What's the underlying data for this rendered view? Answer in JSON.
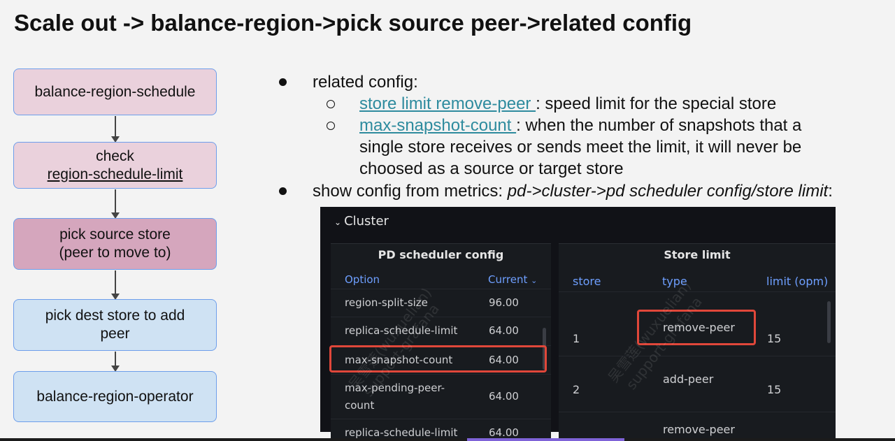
{
  "title": "Scale out -> balance-region->pick source peer->related config",
  "flow": {
    "box1": "balance-region-schedule",
    "box2_line1": "check",
    "box2_line2": "region-schedule-limit",
    "box3_line1": "pick source store",
    "box3_line2": "(peer to move to)",
    "box4_line1": "pick dest store to add",
    "box4_line2": "peer",
    "box5": "balance-region-operator"
  },
  "notes": {
    "related": "related config:",
    "sub1_link": "store limit remove-peer ",
    "sub1_text": ": speed limit for the special store",
    "sub2_link": "max-snapshot-count ",
    "sub2_text1": ": when the number of snapshots that a",
    "sub2_text2": "single store receives or sends meet the limit, it will never be",
    "sub2_text3": "choosed as a source or target store",
    "show_prefix": "show config from metrics: ",
    "show_path": "pd->cluster->pd scheduler config/store limit",
    "show_suffix": ":"
  },
  "dashboard": {
    "cluster": "Cluster",
    "cluster_chevron": "chevron-down",
    "panel1": {
      "title": "PD scheduler config",
      "col_option": "Option",
      "col_current": "Current",
      "sort_icon": "chevron-down",
      "rows": [
        {
          "option": "region-split-size",
          "current": "96.00"
        },
        {
          "option": "replica-schedule-limit",
          "current": "64.00"
        },
        {
          "option": "max-snapshot-count",
          "current": "64.00"
        },
        {
          "option": "max-pending-peer-",
          "option2": "count",
          "current": "64.00"
        },
        {
          "option": "replica-schedule-limit",
          "current": "64.00"
        }
      ]
    },
    "panel2": {
      "title": "Store limit",
      "col_store": "store",
      "col_type": "type",
      "col_limit": "limit (opm)",
      "rows": [
        {
          "store": "1",
          "type": "remove-peer",
          "limit": "15"
        },
        {
          "store": "2",
          "type": "add-peer",
          "limit": "15"
        },
        {
          "store": "",
          "type": "remove-peer",
          "limit": ""
        }
      ]
    },
    "watermark1": "吴雪莲(wuxuelian)",
    "watermark2": "support-grafana"
  }
}
